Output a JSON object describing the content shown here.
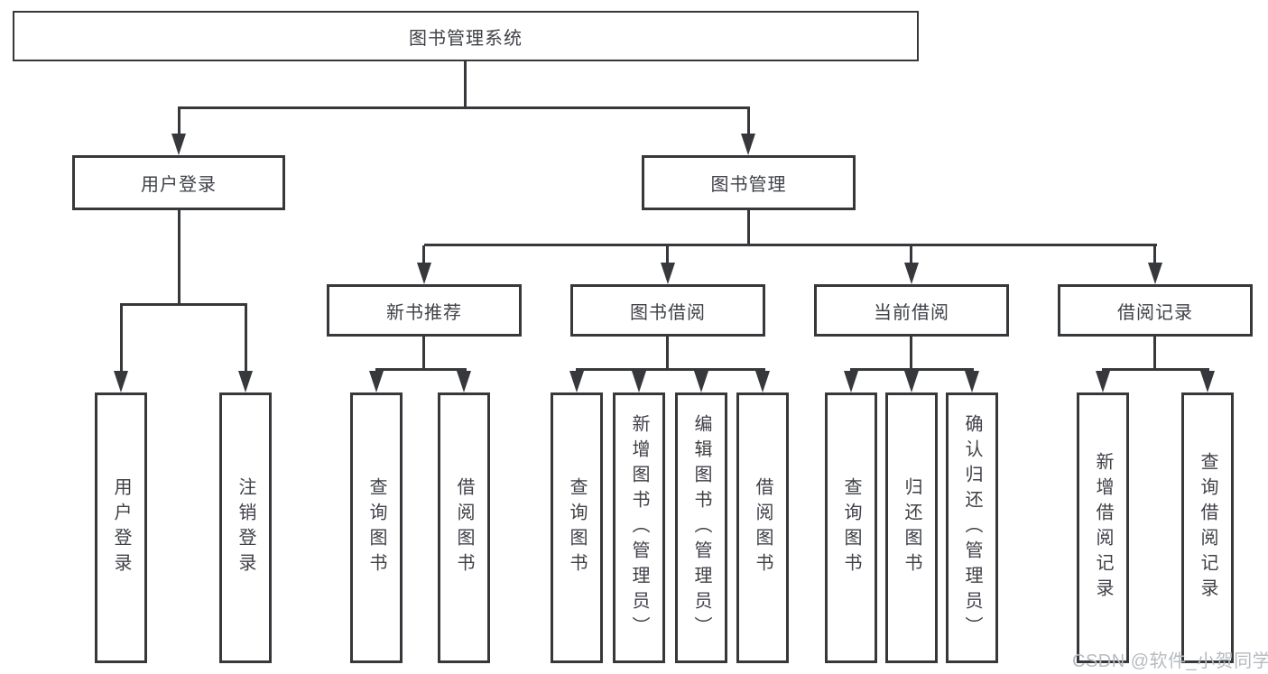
{
  "diagram": {
    "title": "图书管理系统",
    "branches": [
      {
        "label": "用户登录",
        "children": [
          {
            "label": "用户登录"
          },
          {
            "label": "注销登录"
          }
        ]
      },
      {
        "label": "图书管理",
        "children": [
          {
            "label": "新书推荐",
            "children": [
              {
                "label": "查询图书"
              },
              {
                "label": "借阅图书"
              }
            ]
          },
          {
            "label": "图书借阅",
            "children": [
              {
                "label": "查询图书"
              },
              {
                "label": "新增图书（管理员）"
              },
              {
                "label": "编辑图书（管理员）"
              },
              {
                "label": "借阅图书"
              }
            ]
          },
          {
            "label": "当前借阅",
            "children": [
              {
                "label": "查询图书"
              },
              {
                "label": "归还图书"
              },
              {
                "label": "确认归还（管理员）"
              }
            ]
          },
          {
            "label": "借阅记录",
            "children": [
              {
                "label": "新增借阅记录"
              },
              {
                "label": "查询借阅记录"
              }
            ]
          }
        ]
      }
    ]
  },
  "watermark": {
    "text": "CSDN @软件_小贺同学"
  },
  "colors": {
    "line": "#36383b",
    "text": "#3f4147",
    "watermark": "#b7bbc0",
    "background": "#ffffff"
  }
}
